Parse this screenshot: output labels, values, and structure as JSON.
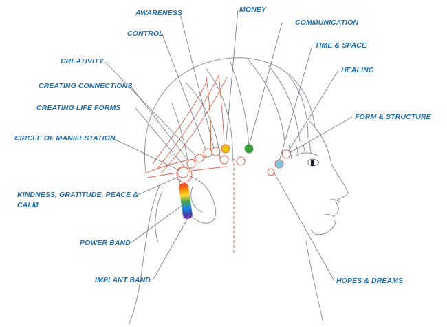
{
  "labels": {
    "awareness": "AWARENESS",
    "control": "CONTROL",
    "creativity": "CREATIVITY",
    "creating_connections": "CREATING CONNECTIONS",
    "creating_life_forms": "CREATING LIFE FORMS",
    "circle_of_manifestation": "CIRCLE OF MANIFESTATION",
    "kindness": "KINDNESS, GRATITUDE, PEACE & CALM",
    "power_band": "POWER BAND",
    "implant_band": "IMPLANT BAND",
    "money": "MONEY",
    "communication": "COMMUNICATION",
    "time_space": "TIME & SPACE",
    "healing": "HEALING",
    "form_structure": "FORM & STRUCTURE",
    "hopes_dreams": "HOPES & DREAMS"
  },
  "colors": {
    "label_text": "#1f6fb2",
    "leader_line": "#6b7280",
    "sketch_line": "#8a8f98",
    "band_line": "#d9634a",
    "point_stroke": "#d9634a",
    "money_point": "#f0c419",
    "communication_point": "#3f9b3c",
    "time_space_point": "#7fc7e0"
  },
  "icons": {
    "head": "head-profile-sketch",
    "power_band": "rainbow-gradient-band"
  }
}
